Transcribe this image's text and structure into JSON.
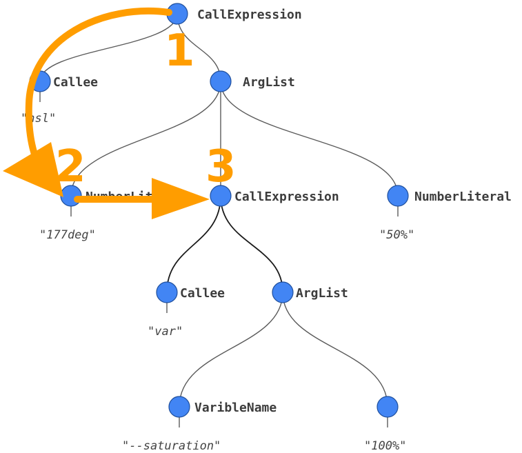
{
  "nodes": {
    "root": {
      "label": "CallExpression"
    },
    "callee1": {
      "label": "Callee",
      "value": "\"hsl\""
    },
    "arglist1": {
      "label": "ArgList"
    },
    "number1": {
      "label": "NumberLiteral",
      "value": "\"177deg\""
    },
    "callexpr2": {
      "label": "CallExpression"
    },
    "number2": {
      "label": "NumberLiteral",
      "value": "\"50%\""
    },
    "callee2": {
      "label": "Callee",
      "value": "\"var\""
    },
    "arglist2": {
      "label": "ArgList"
    },
    "varname": {
      "label": "VaribleName",
      "value": "\"--saturation\""
    },
    "number3": {
      "value": "\"100%\""
    }
  },
  "steps": [
    "1",
    "2",
    "3"
  ],
  "colors": {
    "node_fill": "#4285f4",
    "arrow": "#ff9d00",
    "edge": "#5a5a5a"
  }
}
